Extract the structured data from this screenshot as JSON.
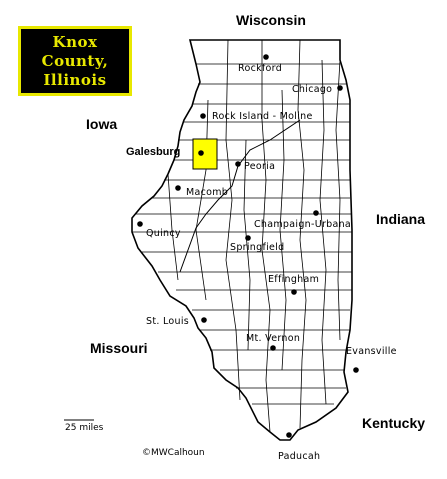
{
  "title": {
    "line1": "Knox",
    "line2": "County,",
    "line3": "Illinois",
    "text_color": "#e8e800",
    "bg_color": "#000000"
  },
  "neighbors": {
    "wisconsin": "Wisconsin",
    "iowa": "Iowa",
    "indiana": "Indiana",
    "missouri": "Missouri",
    "kentucky": "Kentucky"
  },
  "cities": {
    "rockford": "Rockford",
    "chicago": "Chicago",
    "rock_island": "Rock Island - Moline",
    "galesburg": "Galesburg",
    "peoria": "Peoria",
    "macomb": "Macomb",
    "champaign": "Champaign-Urbana",
    "quincy": "Quincy",
    "springfield": "Springfield",
    "effingham": "Effingham",
    "st_louis": "St. Louis",
    "mt_vernon": "Mt. Vernon",
    "evansville": "Evansville",
    "paducah": "Paducah"
  },
  "scale": {
    "label": "25 miles"
  },
  "credit": "©MWCalhoun",
  "highlight": {
    "county": "Knox",
    "color": "#ffff00"
  },
  "colors": {
    "line": "#000000",
    "land": "#ffffff"
  }
}
